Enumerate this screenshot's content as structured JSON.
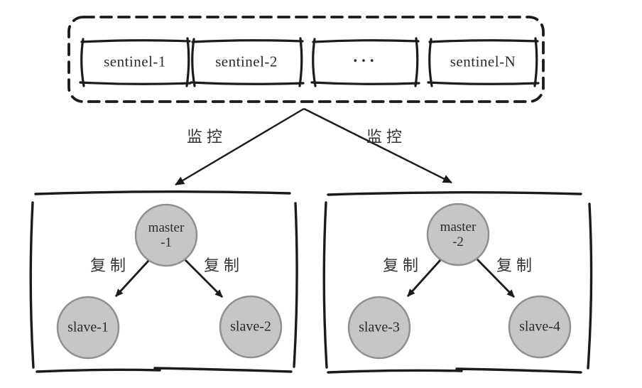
{
  "diagram": {
    "type": "redis-sentinel-topology",
    "sentinel_cluster": {
      "boxes": [
        {
          "label": "sentinel-1"
        },
        {
          "label": "sentinel-2"
        },
        {
          "label": "···"
        },
        {
          "label": "sentinel-N"
        }
      ]
    },
    "monitor_arrows": [
      {
        "label": "监控",
        "from": "sentinel-cluster",
        "to": "group-1"
      },
      {
        "label": "监控",
        "from": "sentinel-cluster",
        "to": "group-2"
      }
    ],
    "groups": [
      {
        "master": {
          "line1": "master",
          "line2": "-1"
        },
        "replication": [
          {
            "label": "复制",
            "to": "slave-1"
          },
          {
            "label": "复制",
            "to": "slave-2"
          }
        ],
        "slaves": [
          {
            "label": "slave-1"
          },
          {
            "label": "slave-2"
          }
        ]
      },
      {
        "master": {
          "line1": "master",
          "line2": "-2"
        },
        "replication": [
          {
            "label": "复制",
            "to": "slave-3"
          },
          {
            "label": "复制",
            "to": "slave-4"
          }
        ],
        "slaves": [
          {
            "label": "slave-3"
          },
          {
            "label": "slave-4"
          }
        ]
      }
    ],
    "colors": {
      "node_fill": "#c6c6c6",
      "node_border": "#8f8f8f",
      "line": "#1b1b1b",
      "text": "#2b2b2b",
      "background": "#ffffff"
    }
  }
}
